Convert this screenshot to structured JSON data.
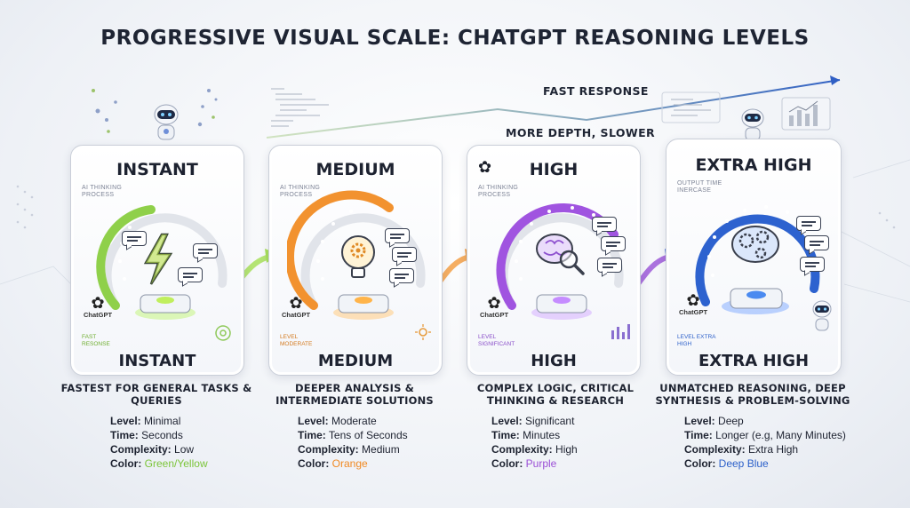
{
  "title": "PROGRESSIVE VISUAL SCALE: CHATGPT REASONING LEVELS",
  "trend": {
    "top_label": "FAST RESPONSE",
    "bottom_label": "MORE DEPTH, SLOWER"
  },
  "brand_name": "ChatGPT",
  "cards": [
    {
      "title": "INSTANT",
      "side_note": "AI THINKING PROCESS",
      "state_label": "FAST RESONSE",
      "footer": "INSTANT",
      "description": "FASTEST FOR GENERAL TASKS & QUERIES",
      "level_label": "Level:",
      "level": "Minimal",
      "time_label": "Time:",
      "time": "Seconds",
      "complexity_label": "Complexity:",
      "complexity": "Low",
      "color_label": "Color:",
      "color_name": "Green/Yellow",
      "accent": "#7cc53a",
      "icon": "lightning-bolt-icon"
    },
    {
      "title": "MEDIUM",
      "side_note": "AI THINKING PROCESS",
      "state_label": "LEVEL MODERATE",
      "footer": "MEDIUM",
      "description": "DEEPER ANALYSIS & INTERMEDIATE SOLUTIONS",
      "level_label": "Level:",
      "level": "Moderate",
      "time_label": "Time:",
      "time": "Tens of Seconds",
      "complexity_label": "Complexity:",
      "complexity": "Medium",
      "color_label": "Color:",
      "color_name": "Orange",
      "accent": "#f08a24",
      "icon": "lightbulb-gear-icon"
    },
    {
      "title": "HIGH",
      "side_note": "AI THINKING PROCESS",
      "state_label": "LEVEL SIGNIFICANT",
      "footer": "HIGH",
      "description": "COMPLEX LOGIC, CRITICAL THINKING & RESEARCH",
      "level_label": "Level:",
      "level": "Significant",
      "time_label": "Time:",
      "time": "Minutes",
      "complexity_label": "Complexity:",
      "complexity": "High",
      "color_label": "Color:",
      "color_name": "Purple",
      "accent": "#9b4fd6",
      "icon": "brain-magnifier-icon"
    },
    {
      "title": "EXTRA HIGH",
      "side_note": "OUTPUT TIME INERCASE",
      "state_label": "LEVEL EXTRA HIGH",
      "footer": "EXTRA HIGH",
      "description": "UNMATCHED REASONING, DEEP SYNTHESIS & PROBLEM-SOLVING",
      "level_label": "Level:",
      "level": "Deep",
      "time_label": "Time:",
      "time": "Longer (e.g, Many Minutes)",
      "complexity_label": "Complexity:",
      "complexity": "Extra High",
      "color_label": "Color:",
      "color_name": "Deep Blue",
      "accent": "#2b5fc9",
      "icon": "brain-gears-icon"
    }
  ]
}
